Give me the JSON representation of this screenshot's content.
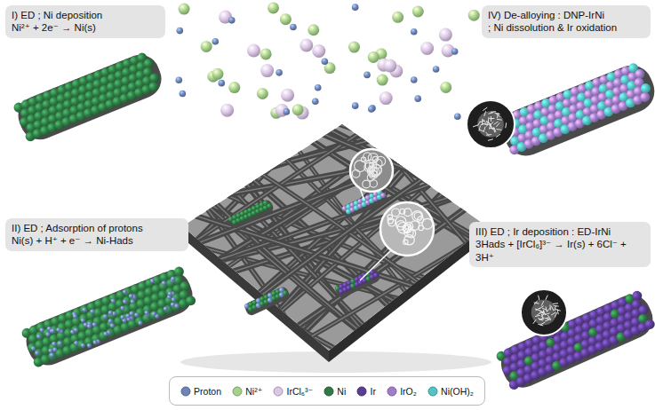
{
  "diagram": {
    "nodes": [
      {
        "text": [
          "I) ED ; Ni deposition",
          "Ni²⁺ + 2e⁻ → Ni(s)"
        ]
      },
      {
        "text": [
          "II) ED ; Adsorption of protons",
          "Ni(s) + H⁺ + e⁻ → Ni-Hads"
        ]
      },
      {
        "text": [
          "III) ED ; Ir deposition : ED-IrNi",
          "3Hads + [IrCl₆]³⁻ → Ir(s) + 6Cl⁻ + 3H⁺"
        ]
      },
      {
        "text": [
          "IV) De-alloying : DNP-IrNi",
          "; Ni dissolution & Ir oxidation"
        ]
      }
    ],
    "legend": [
      {
        "text": "Proton",
        "color": "#6d84b8"
      },
      {
        "text": "Ni²⁺",
        "color": "#a5d18a"
      },
      {
        "text": "IrCl₆³⁻",
        "color": "#dcc6e6"
      },
      {
        "text": "Ni",
        "color": "#2f7a45"
      },
      {
        "text": "Ir",
        "color": "#5b3d92"
      },
      {
        "text": "IrO₂",
        "color": "#a07dcc"
      },
      {
        "text": "Ni(OH)₂",
        "color": "#52c4c4"
      }
    ]
  }
}
